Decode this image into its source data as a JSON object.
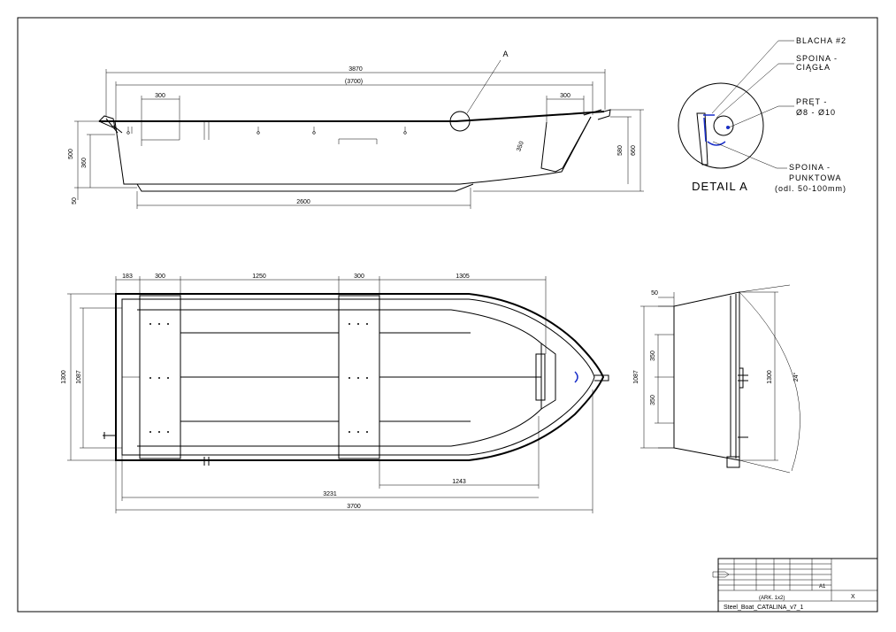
{
  "side_view": {
    "dim_overall": "3870",
    "dim_3700_ref": "(3700)",
    "dim_300_left": "300",
    "dim_300_right": "300",
    "dim_500": "500",
    "dim_360": "360",
    "dim_350": "350",
    "dim_580": "580",
    "dim_660": "660",
    "dim_50": "50",
    "dim_2600": "2600",
    "callout_A": "A"
  },
  "detail": {
    "title": "DETAIL A",
    "labels": {
      "blacha": "BLACHA #2",
      "spoina_ciagla_1": "SPOINA -",
      "spoina_ciagla_2": "CIĄGŁA",
      "pret_1": "PRĘT -",
      "pret_2": "Ø8 - Ø10",
      "spoina_punkt_1": "SPOINA -",
      "spoina_punkt_2": "PUNKTOWA",
      "spoina_punkt_3": "(odl. 50-100mm)"
    }
  },
  "top_view": {
    "dim_183": "183",
    "dim_300_a": "300",
    "dim_1250": "1250",
    "dim_300_b": "300",
    "dim_1305": "1305",
    "dim_1300": "1300",
    "dim_1087": "1087",
    "dim_1243": "1243",
    "dim_3231": "3231",
    "dim_3700": "3700"
  },
  "front_view": {
    "dim_50": "50",
    "dim_1087": "1087",
    "dim_350_a": "350",
    "dim_350_b": "350",
    "dim_1300": "1300",
    "dim_angle": "24°"
  },
  "title_block": {
    "scale_note": "(ARK. 1x2)",
    "drawing_name": "Steel_Boat_CATALINA_v7_1",
    "sheet_mark": "X",
    "sheet_num": "A1"
  }
}
